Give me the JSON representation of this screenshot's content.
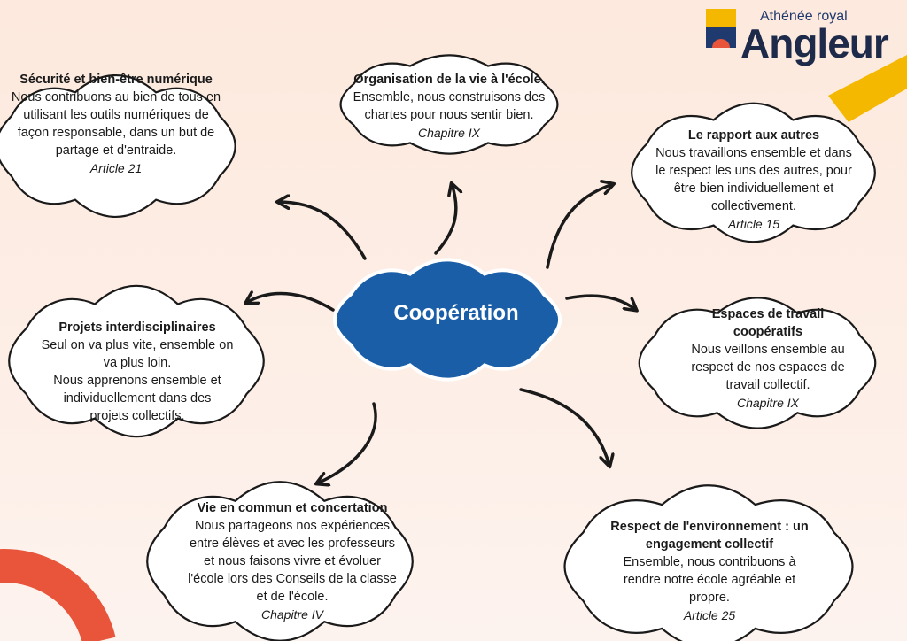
{
  "logo": {
    "superscript": "Athénée royal",
    "name": "Angleur"
  },
  "center": {
    "label": "Coopération"
  },
  "nodes": [
    {
      "id": "securite",
      "title": "Sécurité et bien-être numérique",
      "lines": [
        "Nous contribuons au bien de tous en",
        "utilisant les outils numériques de",
        "façon responsable, dans un but de",
        "partage et d'entraide."
      ],
      "ref": "Article 21"
    },
    {
      "id": "organisation",
      "title": "Organisation de la vie à l'école.",
      "lines": [
        "Ensemble, nous construisons des",
        "chartes pour nous sentir bien."
      ],
      "ref": "Chapitre IX"
    },
    {
      "id": "rapport",
      "title": "Le rapport aux autres",
      "lines": [
        "Nous travaillons ensemble et dans",
        "le respect les uns des autres,  pour",
        "être bien individuellement et",
        "collectivement."
      ],
      "ref": "Article 15"
    },
    {
      "id": "espaces",
      "title": "Espaces de travail coopératifs",
      "lines": [
        "Nous veillons ensemble au",
        "respect de nos espaces de",
        "travail collectif."
      ],
      "ref": "Chapitre IX"
    },
    {
      "id": "environnement",
      "title": "Respect de l'environnement : un engagement collectif",
      "lines": [
        "Ensemble, nous contribuons à",
        "rendre notre école agréable et",
        "propre."
      ],
      "ref": "Article 25"
    },
    {
      "id": "vie",
      "title": "Vie en commun et concertation",
      "lines": [
        "Nous partageons nos expériences",
        "entre élèves et avec les professeurs",
        "et nous faisons vivre et évoluer",
        "l'école lors des Conseils de la classe",
        "et de l'école."
      ],
      "ref": "Chapitre IV"
    },
    {
      "id": "projets",
      "title": "Projets interdisciplinaires",
      "lines": [
        "Seul on va plus vite, ensemble on",
        "va plus loin.",
        "Nous apprenons ensemble et",
        "individuellement dans des",
        "projets collectifs."
      ],
      "ref": ""
    }
  ],
  "colors": {
    "center_fill": "#1a5ea8",
    "cloud_fill": "#ffffff",
    "stroke": "#1a1a1a",
    "accent_yellow": "#f5b800",
    "accent_orange": "#e8553a",
    "logo_blue": "#1e3a6e"
  }
}
